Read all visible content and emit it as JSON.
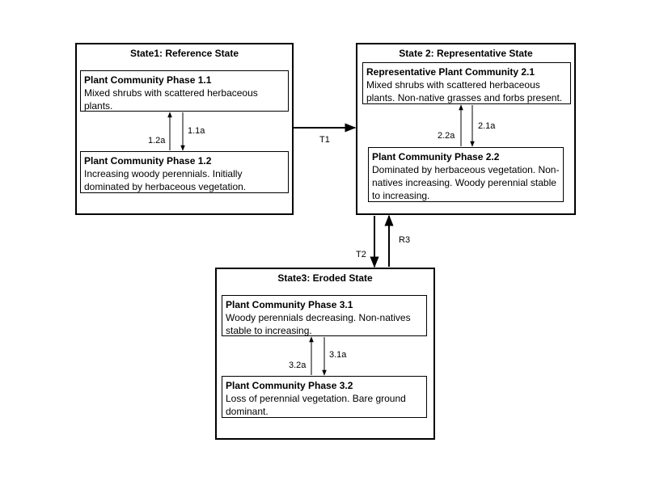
{
  "states": {
    "s1": {
      "title": "State1: Reference State",
      "p1": {
        "title": "Plant Community Phase 1.1",
        "desc": "Mixed shrubs with scattered herbaceous plants."
      },
      "p2": {
        "title": "Plant Community Phase 1.2",
        "desc": "Increasing woody perennials. Initially dominated by herbaceous vegetation."
      },
      "down": "1.1a",
      "up": "1.2a"
    },
    "s2": {
      "title": "State 2: Representative State",
      "p1": {
        "title": "Representative Plant Community 2.1",
        "desc": "Mixed shrubs with scattered herbaceous plants. Non-native grasses and forbs present."
      },
      "p2": {
        "title": "Plant Community Phase 2.2",
        "desc": "Dominated by herbaceous vegetation. Non-natives increasing. Woody perennial stable to increasing."
      },
      "down": "2.1a",
      "up": "2.2a"
    },
    "s3": {
      "title": "State3: Eroded State",
      "p1": {
        "title": "Plant Community Phase 3.1",
        "desc": "Woody perennials decreasing. Non-natives stable to increasing."
      },
      "p2": {
        "title": "Plant Community Phase 3.2",
        "desc": "Loss of perennial vegetation. Bare ground dominant."
      },
      "down": "3.1a",
      "up": "3.2a"
    }
  },
  "transitions": {
    "t1": "T1",
    "t2": "T2",
    "r3": "R3"
  }
}
